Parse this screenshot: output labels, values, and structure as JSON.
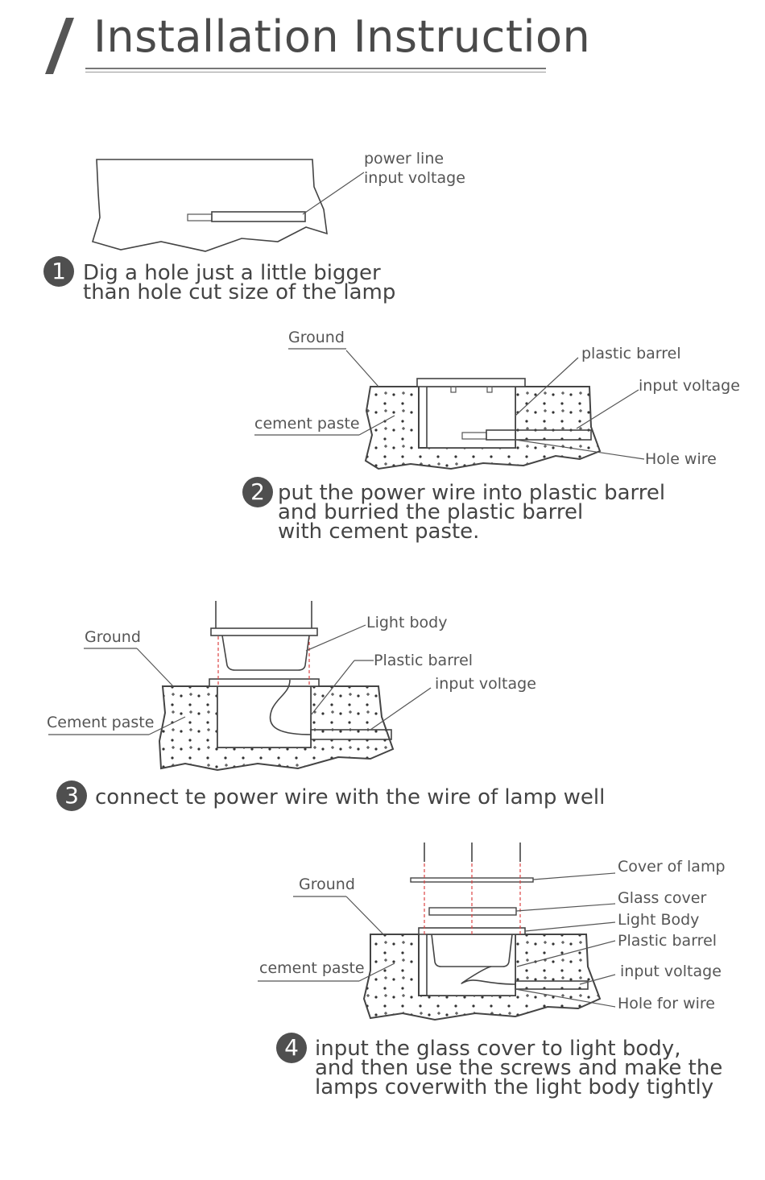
{
  "header": {
    "title": "Installation Instruction"
  },
  "steps": [
    {
      "number": "1",
      "lines": [
        "Dig a hole just a little bigger",
        "than hole cut size of the lamp"
      ],
      "labels": {
        "power_line": "power line",
        "input_voltage": "input voltage"
      }
    },
    {
      "number": "2",
      "lines": [
        "put the power wire into plastic barrel",
        "and burried the plastic barrel",
        "with cement paste."
      ],
      "labels": {
        "ground": "Ground",
        "plastic_barrel": "plastic barrel",
        "input_voltage": "input voltage",
        "cement_paste": "cement paste",
        "hole_wire": "Hole wire"
      }
    },
    {
      "number": "3",
      "lines": [
        "connect te power wire with the wire of lamp well"
      ],
      "labels": {
        "light_body": "Light body",
        "ground": "Ground",
        "plastic_barrel": "Plastic barrel",
        "input_voltage": "input voltage",
        "cement_paste": "Cement paste"
      }
    },
    {
      "number": "4",
      "lines": [
        "input the glass cover to light body,",
        "and then use the screws and make the",
        "lamps coverwith the light body tightly"
      ],
      "labels": {
        "cover_of_lamp": "Cover of lamp",
        "ground": "Ground",
        "glass_cover": "Glass cover",
        "light_body": "Light Body",
        "plastic_barrel": "Plastic barrel",
        "cement_paste": "cement paste",
        "input_voltage": "input voltage",
        "hole_for_wire": "Hole for wire"
      }
    }
  ]
}
